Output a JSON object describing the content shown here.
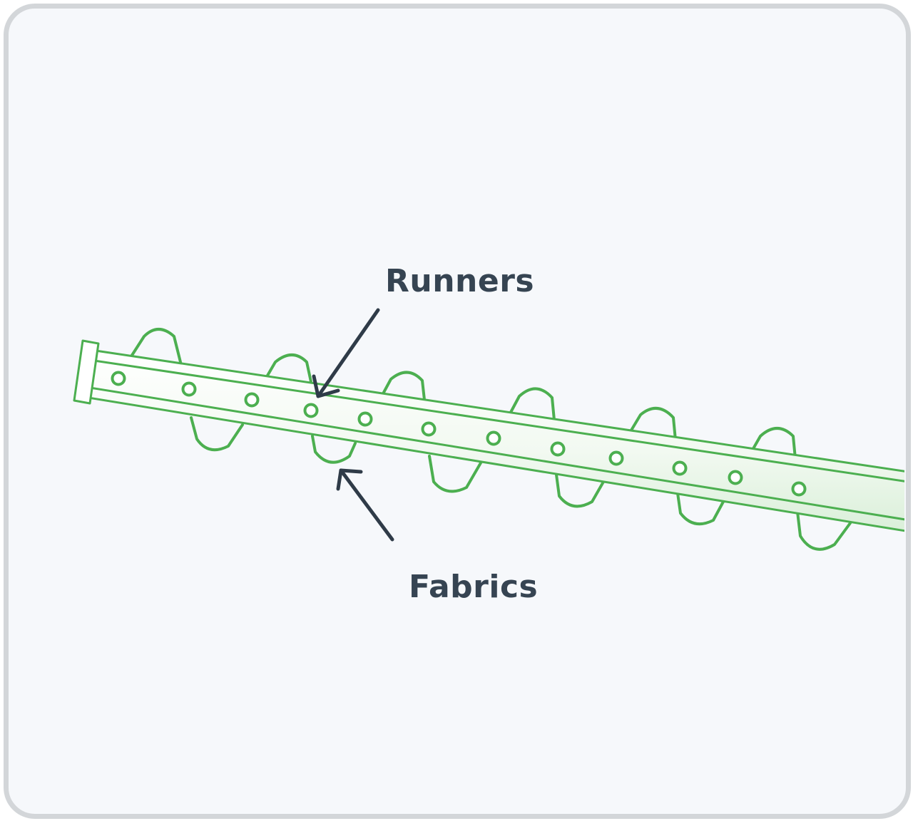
{
  "diagram": {
    "labels": {
      "runners": "Runners",
      "fabrics": "Fabrics"
    },
    "colors": {
      "background": "#f6f8fb",
      "frame": "#d3d6d9",
      "green": "#4caf50",
      "label": "#364452",
      "arrow": "#2f3b48"
    },
    "runner_count": 12,
    "fabric_fold_count": 12
  }
}
